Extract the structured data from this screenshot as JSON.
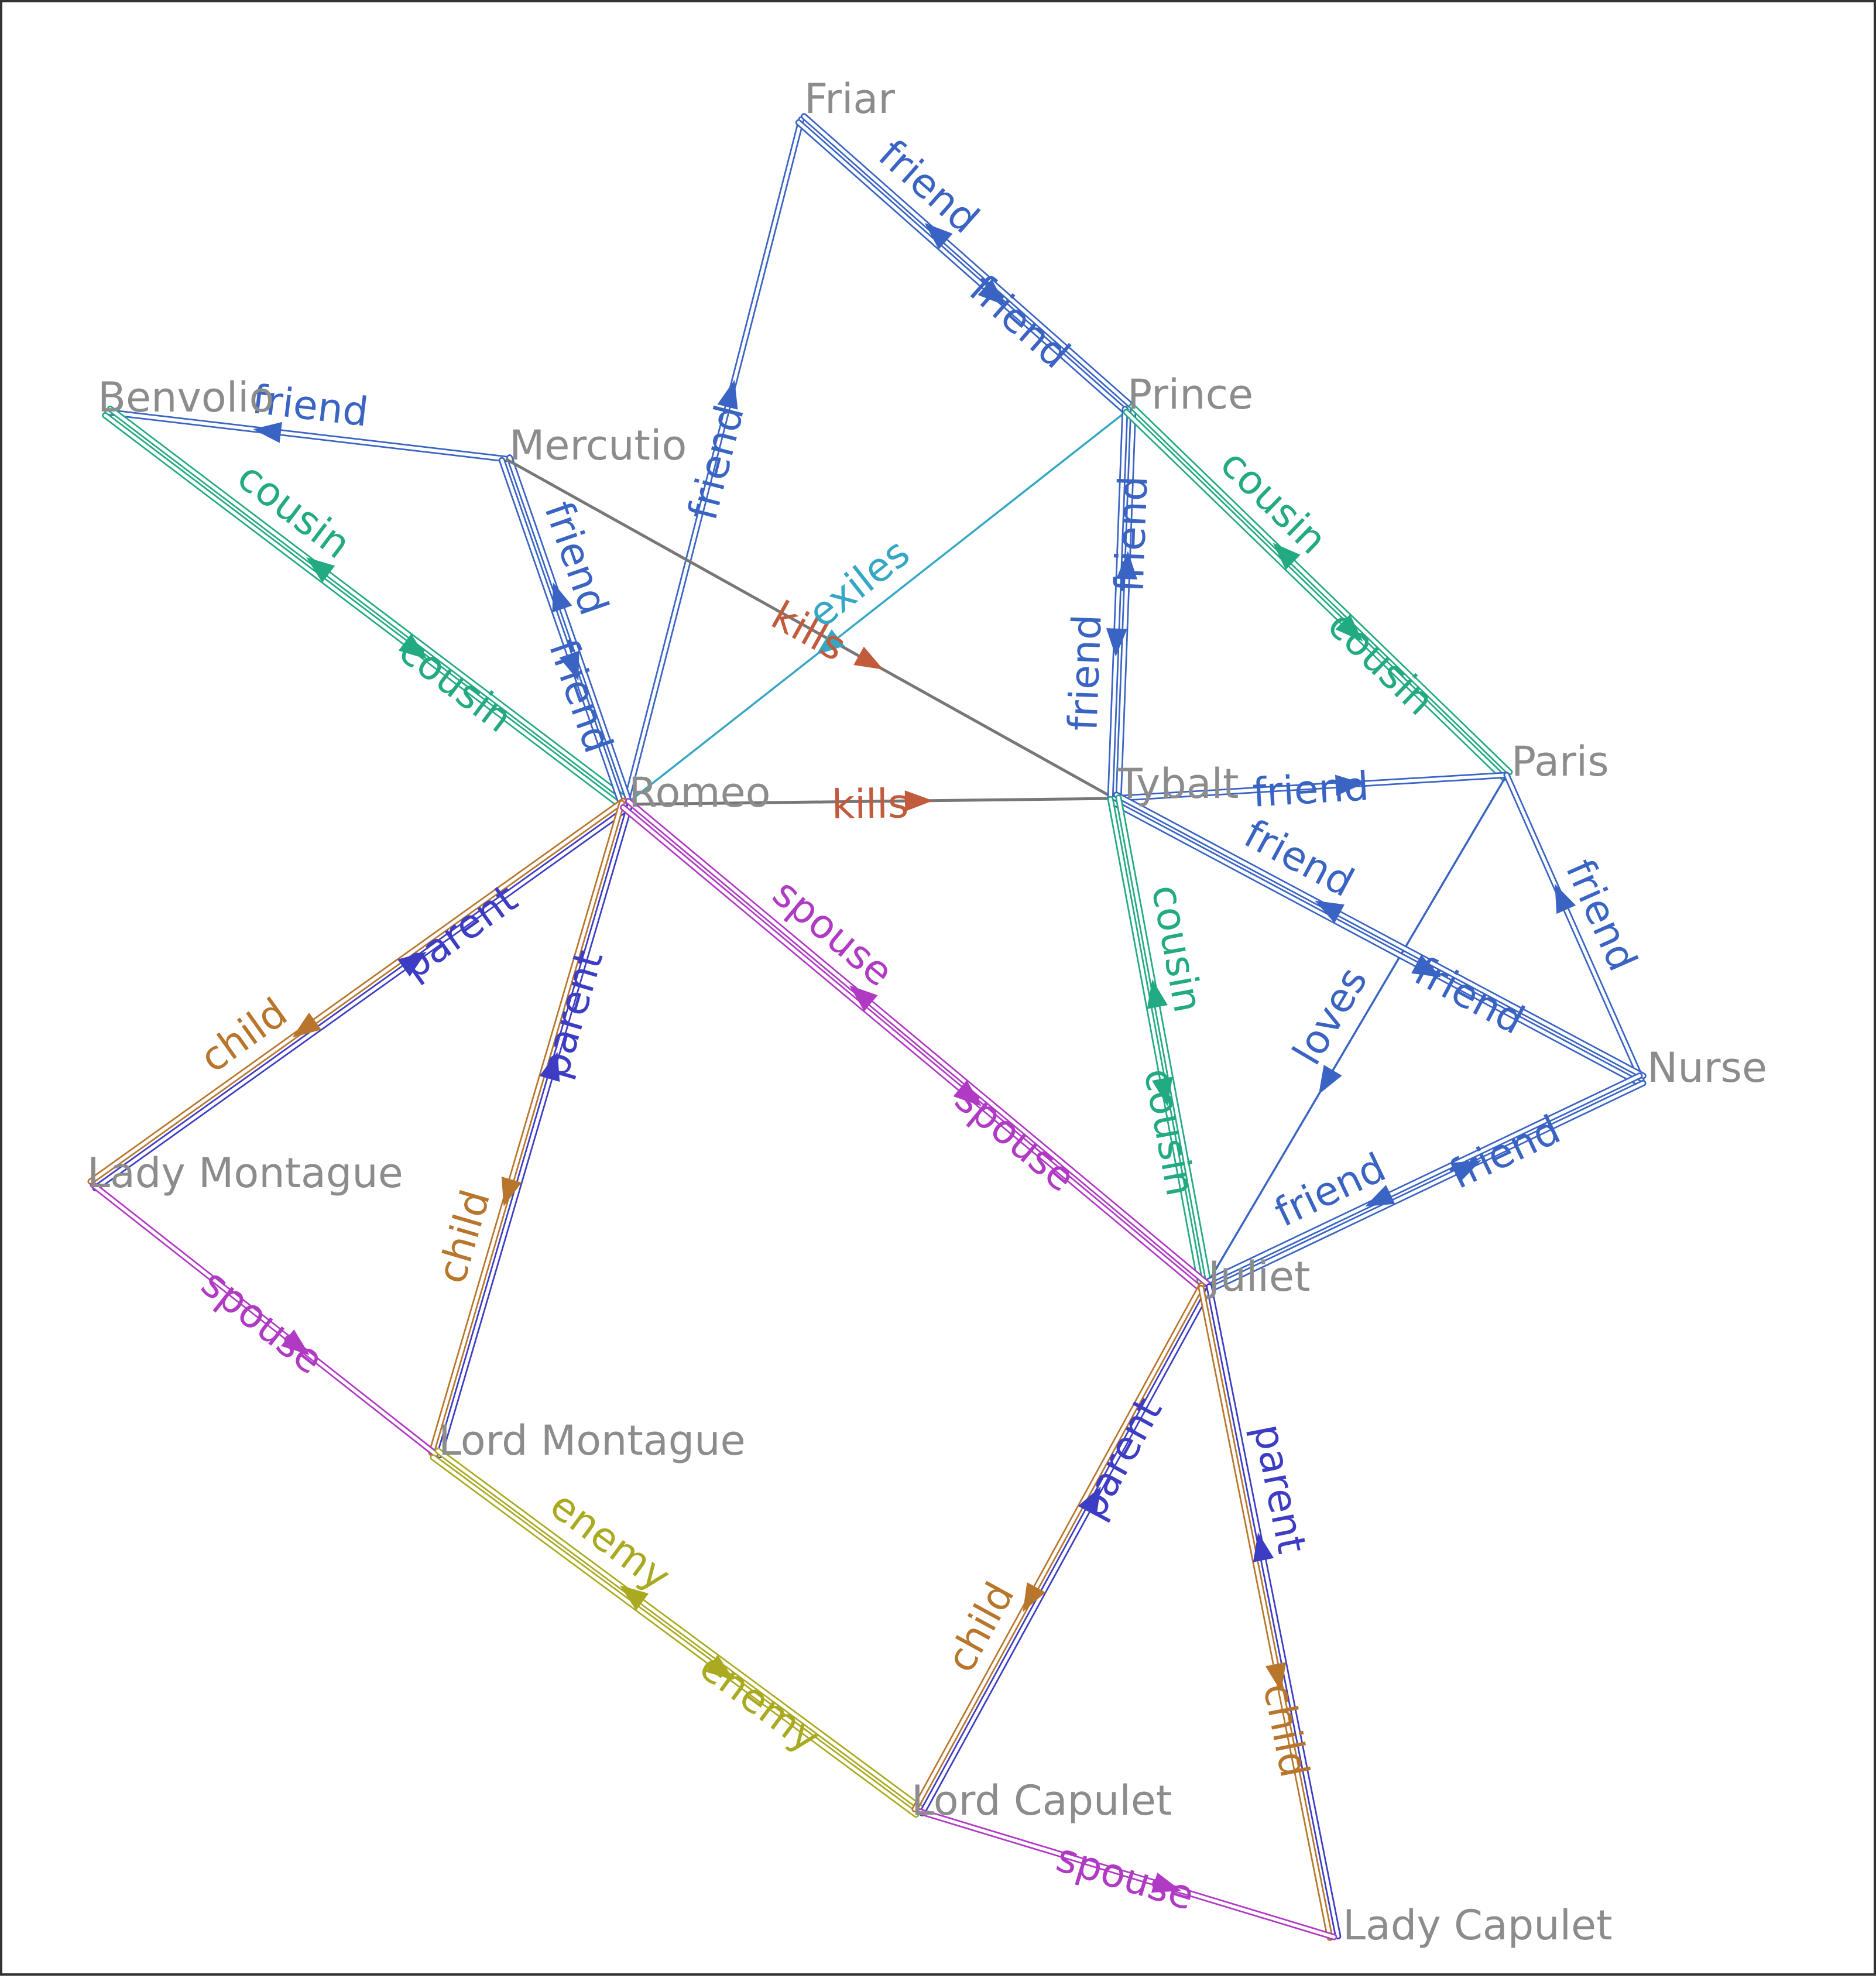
{
  "diagram": {
    "nodes": [
      {
        "id": "friar",
        "label": "Friar"
      },
      {
        "id": "prince",
        "label": "Prince"
      },
      {
        "id": "benvolio",
        "label": "Benvolio"
      },
      {
        "id": "mercutio",
        "label": "Mercutio"
      },
      {
        "id": "romeo",
        "label": "Romeo"
      },
      {
        "id": "tybalt",
        "label": "Tybalt"
      },
      {
        "id": "paris",
        "label": "Paris"
      },
      {
        "id": "nurse",
        "label": "Nurse"
      },
      {
        "id": "juliet",
        "label": "Juliet"
      },
      {
        "id": "lady-montague",
        "label": "Lady Montague"
      },
      {
        "id": "lord-montague",
        "label": "Lord Montague"
      },
      {
        "id": "lord-capulet",
        "label": "Lord Capulet"
      },
      {
        "id": "lady-capulet",
        "label": "Lady Capulet"
      }
    ],
    "colors": {
      "friend": "#3a64c4",
      "cousin": "#22aa82",
      "kills": "#c25a3c",
      "kills_line": "#777777",
      "exiles": "#35a7c4",
      "loves": "#3a64c4",
      "parent": "#3c3cc4",
      "child": "#b8762c",
      "spouse": "#b03ac4",
      "enemy": "#aaaa20",
      "node_label": "#8c8c8c"
    },
    "edges": [
      {
        "from": "romeo",
        "to": "friar",
        "label": "friend"
      },
      {
        "from": "friar",
        "to": "prince",
        "label": "friend"
      },
      {
        "from": "prince",
        "to": "friar",
        "label": "friend"
      },
      {
        "from": "mercutio",
        "to": "benvolio",
        "label": "friend"
      },
      {
        "from": "benvolio",
        "to": "romeo",
        "label": "cousin"
      },
      {
        "from": "romeo",
        "to": "benvolio",
        "label": "cousin"
      },
      {
        "from": "romeo",
        "to": "mercutio",
        "label": "friend"
      },
      {
        "from": "mercutio",
        "to": "romeo",
        "label": "friend"
      },
      {
        "from": "mercutio",
        "to": "tybalt",
        "label": "kills"
      },
      {
        "from": "romeo",
        "to": "tybalt",
        "label": "kills"
      },
      {
        "from": "prince",
        "to": "romeo",
        "label": "exiles"
      },
      {
        "from": "prince",
        "to": "tybalt",
        "label": "friend"
      },
      {
        "from": "tybalt",
        "to": "prince",
        "label": "friend"
      },
      {
        "from": "prince",
        "to": "paris",
        "label": "cousin"
      },
      {
        "from": "paris",
        "to": "prince",
        "label": "cousin"
      },
      {
        "from": "tybalt",
        "to": "paris",
        "label": "friend"
      },
      {
        "from": "paris",
        "to": "juliet",
        "label": "loves"
      },
      {
        "from": "nurse",
        "to": "paris",
        "label": "friend"
      },
      {
        "from": "tybalt",
        "to": "nurse",
        "label": "friend"
      },
      {
        "from": "nurse",
        "to": "tybalt",
        "label": "friend"
      },
      {
        "from": "tybalt",
        "to": "juliet",
        "label": "cousin"
      },
      {
        "from": "juliet",
        "to": "tybalt",
        "label": "cousin"
      },
      {
        "from": "juliet",
        "to": "nurse",
        "label": "friend"
      },
      {
        "from": "nurse",
        "to": "juliet",
        "label": "friend"
      },
      {
        "from": "lady-montague",
        "to": "romeo",
        "label": "parent"
      },
      {
        "from": "romeo",
        "to": "lady-montague",
        "label": "child"
      },
      {
        "from": "lord-montague",
        "to": "romeo",
        "label": "parent"
      },
      {
        "from": "romeo",
        "to": "lord-montague",
        "label": "child"
      },
      {
        "from": "romeo",
        "to": "juliet",
        "label": "spouse"
      },
      {
        "from": "juliet",
        "to": "romeo",
        "label": "spouse"
      },
      {
        "from": "lady-montague",
        "to": "lord-montague",
        "label": "spouse"
      },
      {
        "from": "lord-montague",
        "to": "lord-capulet",
        "label": "enemy"
      },
      {
        "from": "lord-capulet",
        "to": "lord-montague",
        "label": "enemy"
      },
      {
        "from": "lord-capulet",
        "to": "juliet",
        "label": "parent"
      },
      {
        "from": "juliet",
        "to": "lord-capulet",
        "label": "child"
      },
      {
        "from": "lady-capulet",
        "to": "juliet",
        "label": "parent"
      },
      {
        "from": "juliet",
        "to": "lady-capulet",
        "label": "child"
      },
      {
        "from": "lord-capulet",
        "to": "lady-capulet",
        "label": "spouse"
      }
    ]
  }
}
